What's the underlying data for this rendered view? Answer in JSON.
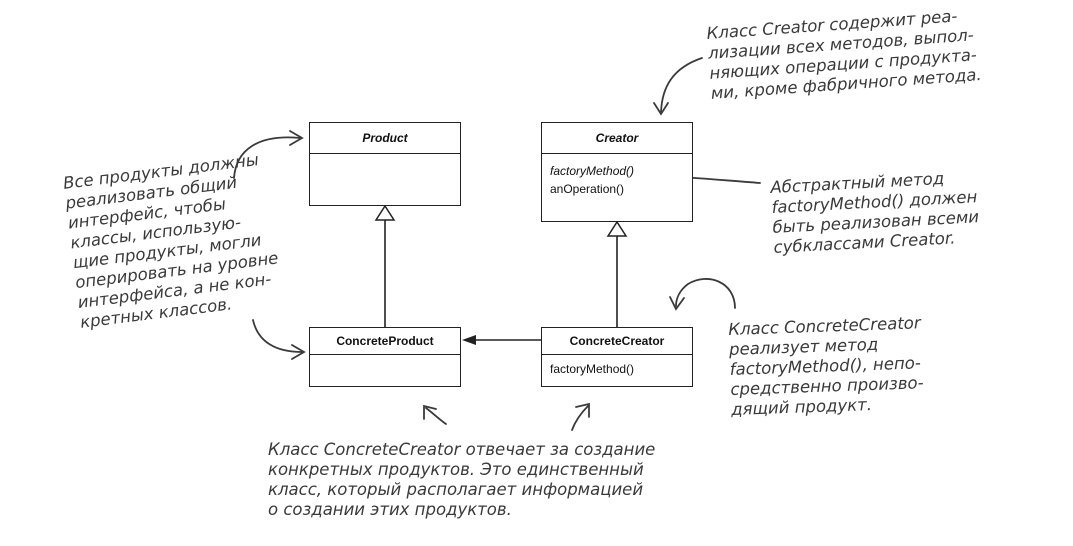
{
  "classes": {
    "product": {
      "name": "Product"
    },
    "creator": {
      "name": "Creator",
      "ops": [
        "factoryMethod()",
        "anOperation()"
      ]
    },
    "concrete_product": {
      "name": "ConcreteProduct"
    },
    "concrete_creator": {
      "name": "ConcreteCreator",
      "ops": [
        "factoryMethod()"
      ]
    }
  },
  "notes": {
    "creator_note": "Класс Creator содержит реа-\nлизации всех методов, выпол-\nняющих операции с продукта-\nми, кроме фабричного метода.",
    "products_note": "Все продукты должны\nреализовать общий\nинтерфейс, чтобы\nклассы, использую-\nщие продукты, могли\nоперировать на уровне\nинтерфейса, а не кон-\nкретных классов.",
    "abstract_note": "Абстрактный метод\nfactoryMethod() должен\nбыть реализован всеми\nсубклассами Creator.",
    "concrete_creator_note": "Класс ConcreteCreator\nреализует метод\nfactoryMethod(), непо-\nсредственно произво-\nдящий продукт.",
    "bottom_note": "Класс ConcreteCreator отвечает за создание\nконкретных продуктов. Это единственный\nкласс, который располагает информацией\nо создании этих продуктов."
  },
  "colors": {
    "line": "#222222",
    "annotation": "#3a3a3a"
  }
}
